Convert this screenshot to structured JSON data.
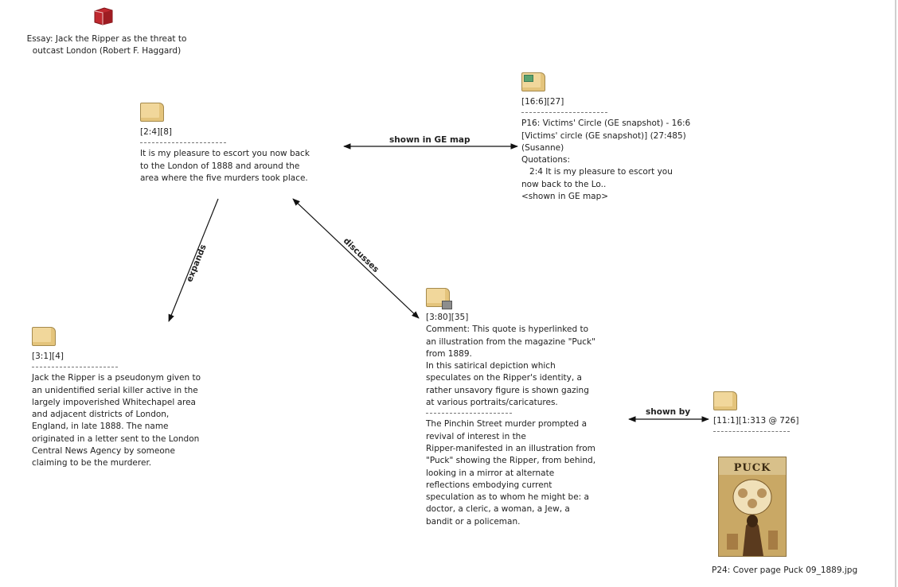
{
  "document": {
    "icon": "document-book-icon",
    "color": "#c0282f",
    "label_lines": [
      "Essay: Jack the Ripper as the threat to",
      "outcast London (Robert F. Haggard)"
    ]
  },
  "nodes": {
    "quote_main": {
      "icon": "quotation-icon",
      "ref": "[2:4][8]",
      "lines": [
        "It is my pleasure to escort you now back",
        "to the London of 1888 and around the",
        "area where the five murders took place."
      ]
    },
    "quote_ge": {
      "icon": "quotation-image-icon",
      "ref": "[16:6][27]",
      "lines": [
        "P16: Victims' Circle (GE snapshot) - 16:6",
        "[Victims' circle (GE snapshot)]  (27:485)",
        "(Susanne)",
        "Quotations:",
        "   2:4 It is my pleasure to escort you",
        "now back to the Lo..",
        "<shown in GE map>"
      ]
    },
    "quote_def": {
      "icon": "quotation-icon",
      "ref": "[3:1][4]",
      "lines": [
        "Jack the Ripper is a pseudonym given to",
        "an unidentified serial killer active in the",
        "largely impoverished Whitechapel area",
        "and adjacent districts of London,",
        "England, in late 1888. The name",
        "originated in a letter sent to the London",
        "Central News Agency by someone",
        "claiming to be the murderer."
      ]
    },
    "quote_puck": {
      "icon": "quotation-comment-icon",
      "ref": "[3:80][35]",
      "comment_lines": [
        "Comment: This quote is hyperlinked to",
        "an illustration from the magazine \"Puck\"",
        "from 1889.",
        "In this satirical depiction which",
        "speculates on the Ripper's identity, a",
        "rather unsavory figure is shown gazing",
        "at various portraits/caricatures."
      ],
      "lines": [
        "The Pinchin Street murder prompted a",
        "revival of interest in the",
        "Ripper-manifested in an illustration from",
        "\"Puck\" showing the Ripper, from behind,",
        "looking in a mirror at alternate",
        "reflections embodying current",
        "speculation as to whom he might be: a",
        "doctor, a cleric, a woman, a Jew, a",
        "bandit or a policeman."
      ]
    },
    "quote_image": {
      "icon": "quotation-icon",
      "ref": "[11:1][1:313 @ 726]",
      "image_title": "PUCK",
      "caption": "P24: Cover page Puck 09_1889.jpg"
    }
  },
  "links": {
    "shown_in_ge_map": "shown in GE map",
    "expands": "expands",
    "discusses": "discusses",
    "shown_by": "shown by"
  }
}
